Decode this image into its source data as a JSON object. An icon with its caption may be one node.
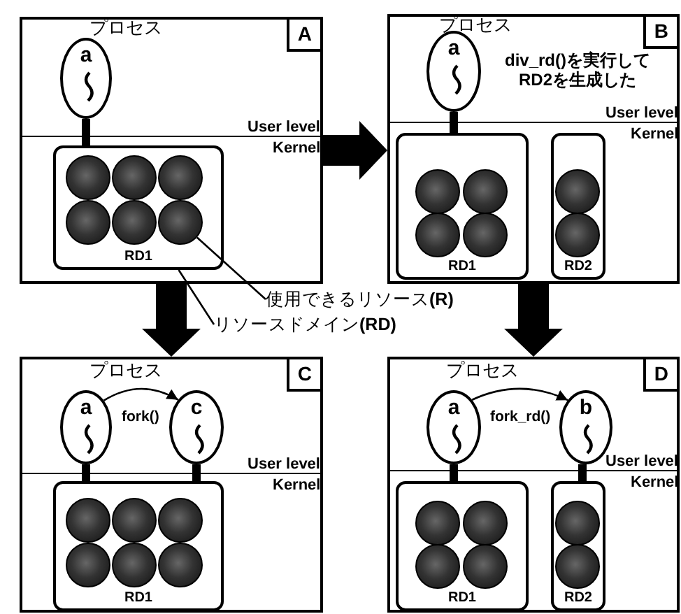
{
  "diagram": {
    "nodes": [
      {
        "text": [
          "A"
        ]
      },
      {
        "text": [
          "a"
        ],
        "in": 0
      },
      {
        "text": [
          "RD1"
        ],
        "in": 0
      },
      {
        "text": [],
        "shape": "circle",
        "in": 2
      },
      {
        "text": [],
        "shape": "circle",
        "in": 2
      },
      {
        "text": [],
        "shape": "circle",
        "in": 2
      },
      {
        "text": [],
        "shape": "circle",
        "in": 2
      },
      {
        "text": [],
        "shape": "circle",
        "in": 2
      },
      {
        "text": [],
        "shape": "circle",
        "in": 2
      },
      {
        "text": [
          "B"
        ]
      },
      {
        "text": [
          "a"
        ],
        "in": 9
      },
      {
        "text": [
          "RD1"
        ],
        "in": 9
      },
      {
        "text": [],
        "shape": "circle",
        "in": 11
      },
      {
        "text": [],
        "shape": "circle",
        "in": 11
      },
      {
        "text": [],
        "shape": "circle",
        "in": 11
      },
      {
        "text": [],
        "shape": "circle",
        "in": 11
      },
      {
        "text": [
          "RD2"
        ],
        "in": 9
      },
      {
        "text": [],
        "shape": "circle",
        "in": 16
      },
      {
        "text": [],
        "shape": "circle",
        "in": 16
      },
      {
        "text": [
          "C"
        ]
      },
      {
        "text": [
          "a"
        ],
        "in": 19
      },
      {
        "text": [
          "c"
        ],
        "in": 19
      },
      {
        "text": [
          "RD1"
        ],
        "in": 19
      },
      {
        "text": [],
        "shape": "circle",
        "in": 22
      },
      {
        "text": [],
        "shape": "circle",
        "in": 22
      },
      {
        "text": [],
        "shape": "circle",
        "in": 22
      },
      {
        "text": [],
        "shape": "circle",
        "in": 22
      },
      {
        "text": [],
        "shape": "circle",
        "in": 22
      },
      {
        "text": [],
        "shape": "circle",
        "in": 22
      },
      {
        "text": [
          "D"
        ]
      },
      {
        "text": [
          "a"
        ],
        "in": 29
      },
      {
        "text": [
          "b"
        ],
        "in": 29
      },
      {
        "text": [
          "RD1"
        ],
        "in": 29
      },
      {
        "text": [],
        "shape": "circle",
        "in": 32
      },
      {
        "text": [],
        "shape": "circle",
        "in": 32
      },
      {
        "text": [],
        "shape": "circle",
        "in": 32
      },
      {
        "text": [],
        "shape": "circle",
        "in": 32
      },
      {
        "text": [
          "RD2"
        ],
        "in": 29
      },
      {
        "text": [],
        "shape": "circle",
        "in": 37
      },
      {
        "text": [],
        "shape": "circle",
        "in": 37
      },
      {
        "text": [
          "使用できるリソース**(R)**"
        ]
      },
      {
        "text": [
          "リソースドメイン**(RD)**"
        ]
      }
    ],
    "edges": [
      {
        "from": 0,
        "to": 9,
        "arrow": "to",
        "style": "thick"
      },
      {
        "from": 0,
        "to": 19,
        "arrow": "to",
        "style": "thick"
      },
      {
        "from": 9,
        "to": 29,
        "arrow": "to",
        "style": "thick"
      },
      {
        "from": 1,
        "to": 2,
        "arrow": "none"
      },
      {
        "from": 10,
        "to": 11,
        "arrow": "none"
      },
      {
        "from": 20,
        "to": 21,
        "arrow": "to",
        "label": "fork()"
      },
      {
        "from": 20,
        "to": 22,
        "arrow": "none"
      },
      {
        "from": 21,
        "to": 22,
        "arrow": "none"
      },
      {
        "from": 30,
        "to": 31,
        "arrow": "to",
        "label": "fork_rd()"
      },
      {
        "from": 30,
        "to": 32,
        "arrow": "none"
      },
      {
        "from": 31,
        "to": 37,
        "arrow": "none"
      },
      {
        "from": 40,
        "to": 8,
        "arrow": "none"
      },
      {
        "from": 41,
        "to": 2,
        "arrow": "none"
      }
    ],
    "labels": [
      "プロセス",
      "User level",
      "Kernel",
      "プロセス",
      "div_rd()を実行してRD2を生成した",
      "User level",
      "Kernel",
      "プロセス",
      "User level",
      "Kernel",
      "プロセス",
      "User level",
      "Kernel"
    ]
  }
}
